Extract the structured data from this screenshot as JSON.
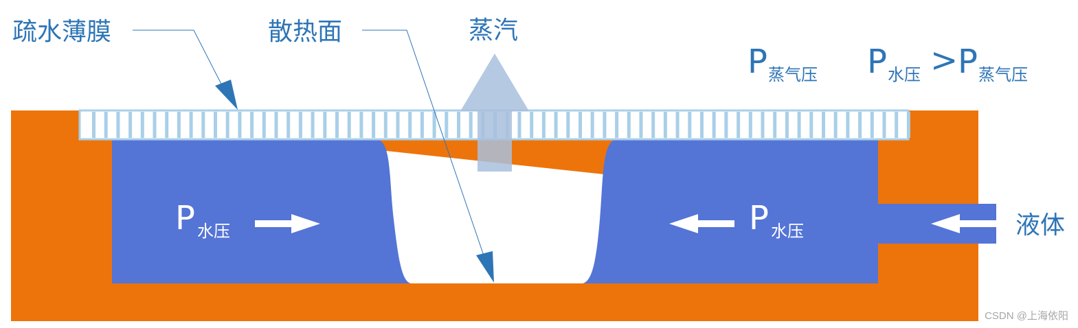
{
  "labels": {
    "membrane": "疏水薄膜",
    "surface": "散热面",
    "vapor": "蒸汽",
    "liquid": "液体"
  },
  "pressure": {
    "p_symbol": "P",
    "water_sub": "水压",
    "vapor_sub": "蒸气压",
    "gt": ">"
  },
  "watermark": "CSDN @上海依阳",
  "colors": {
    "shell": "#ed740b",
    "water": "#5474d6",
    "membrane_fill": "#ffffff",
    "membrane_stroke": "#a9cfe8",
    "vapor_arrow": "#a9bfdd",
    "text_blue": "#2e75b6",
    "leader": "#2e75b6"
  }
}
